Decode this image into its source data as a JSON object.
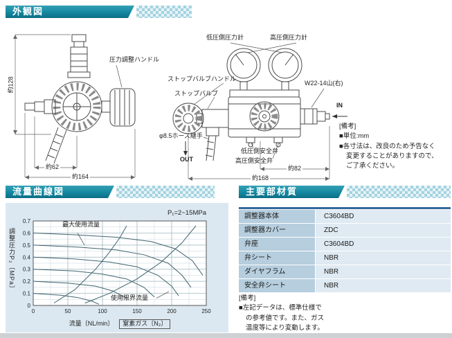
{
  "sections": {
    "appearance": "外観図",
    "flow_curve": "流量曲線図",
    "materials": "主要部材質"
  },
  "drawing_left": {
    "handle_label": "圧力調整ハンドル",
    "dim_height": "約128",
    "dim_width1": "約62",
    "dim_width2": "約164"
  },
  "drawing_right": {
    "low_gauge": "低圧側圧力計",
    "high_gauge": "高圧側圧力計",
    "stop_valve_handle": "ストップバルブハンドル",
    "stop_valve": "ストップバルブ",
    "thread_spec": "W22-14山(右)",
    "in_label": "IN",
    "hose_fitting": "φ8.5ホース継手",
    "out_label": "OUT",
    "low_safety": "低圧側安全弁",
    "high_safety": "高圧側安全弁",
    "dim_width_total": "約168",
    "dim_width_right": "約82"
  },
  "notes_top": {
    "title": "[備考]",
    "line1": "■単位:mm",
    "line2": "■各寸法は、改良のため予告なく",
    "line3": "変更することがありますので、",
    "line4": "ご了承ください。"
  },
  "chart_data": {
    "type": "line",
    "title": "P₁=2~15MPa",
    "ylabel": "調整圧力P₂〔MPa〕",
    "xlabel1": "流量〔NL/min〕",
    "xlabel2": "窒素ガス〔N₂〕",
    "xlim": [
      0,
      250
    ],
    "ylim": [
      0,
      0.7
    ],
    "xticks": [
      0,
      50,
      100,
      150,
      200,
      250
    ],
    "yticks": [
      0,
      0.1,
      0.2,
      0.3,
      0.4,
      0.5,
      0.6,
      0.7
    ],
    "grid_minor_x": 25,
    "grid_minor_y": 0.05,
    "grid": true,
    "legend": "none",
    "series": [
      {
        "name": "p2-0.6",
        "points": [
          [
            0,
            0.6
          ],
          [
            60,
            0.585
          ],
          [
            120,
            0.565
          ],
          [
            170,
            0.53
          ],
          [
            205,
            0.47
          ],
          [
            230,
            0.37
          ],
          [
            245,
            0.25
          ]
        ]
      },
      {
        "name": "p2-0.5",
        "points": [
          [
            0,
            0.5
          ],
          [
            60,
            0.485
          ],
          [
            120,
            0.46
          ],
          [
            160,
            0.42
          ],
          [
            195,
            0.35
          ],
          [
            215,
            0.25
          ],
          [
            228,
            0.15
          ]
        ]
      },
      {
        "name": "p2-0.4",
        "points": [
          [
            0,
            0.4
          ],
          [
            60,
            0.385
          ],
          [
            110,
            0.36
          ],
          [
            150,
            0.32
          ],
          [
            180,
            0.25
          ],
          [
            200,
            0.16
          ],
          [
            210,
            0.08
          ]
        ]
      },
      {
        "name": "p2-0.3",
        "points": [
          [
            0,
            0.3
          ],
          [
            60,
            0.285
          ],
          [
            100,
            0.26
          ],
          [
            135,
            0.22
          ],
          [
            160,
            0.15
          ],
          [
            175,
            0.07
          ]
        ]
      },
      {
        "name": "p2-0.2",
        "points": [
          [
            0,
            0.2
          ],
          [
            50,
            0.185
          ],
          [
            90,
            0.16
          ],
          [
            115,
            0.12
          ],
          [
            135,
            0.06
          ]
        ]
      },
      {
        "name": "p2-0.1",
        "points": [
          [
            0,
            0.1
          ],
          [
            40,
            0.085
          ],
          [
            65,
            0.065
          ],
          [
            85,
            0.035
          ],
          [
            95,
            0.01
          ]
        ]
      },
      {
        "name": "max-use-flow-line",
        "points": [
          [
            30,
            0.02
          ],
          [
            60,
            0.13
          ],
          [
            90,
            0.3
          ],
          [
            110,
            0.44
          ],
          [
            125,
            0.56
          ],
          [
            135,
            0.66
          ]
        ]
      },
      {
        "name": "limit-flow-line",
        "points": [
          [
            75,
            0.02
          ],
          [
            110,
            0.1
          ],
          [
            150,
            0.22
          ],
          [
            185,
            0.36
          ],
          [
            215,
            0.52
          ],
          [
            235,
            0.66
          ]
        ]
      }
    ],
    "annotations": [
      {
        "text": "最大使用流量",
        "tx": 42,
        "ty": 0.655,
        "lx1": 64,
        "ly1": 0.6,
        "lx2": 74,
        "ly2": 0.5
      },
      {
        "text": "使用限界流量",
        "tx": 112,
        "ty": 0.045,
        "lx1": 178,
        "ly1": 0.06,
        "lx2": 196,
        "ly2": 0.115
      }
    ]
  },
  "materials_table": {
    "rows": [
      {
        "label": "調整器本体",
        "value": "C3604BD"
      },
      {
        "label": "調整器カバー",
        "value": "ZDC"
      },
      {
        "label": "弁座",
        "value": "C3604BD"
      },
      {
        "label": "弁シート",
        "value": "NBR"
      },
      {
        "label": "ダイヤフラム",
        "value": "NBR"
      },
      {
        "label": "安全弁シート",
        "value": "NBR"
      }
    ]
  },
  "notes_bottom": {
    "title": "[備考]",
    "line1": "■左記データは、標準仕様で",
    "line2": "の参考値です。また、ガス",
    "line3": "温度等により変動します。"
  }
}
